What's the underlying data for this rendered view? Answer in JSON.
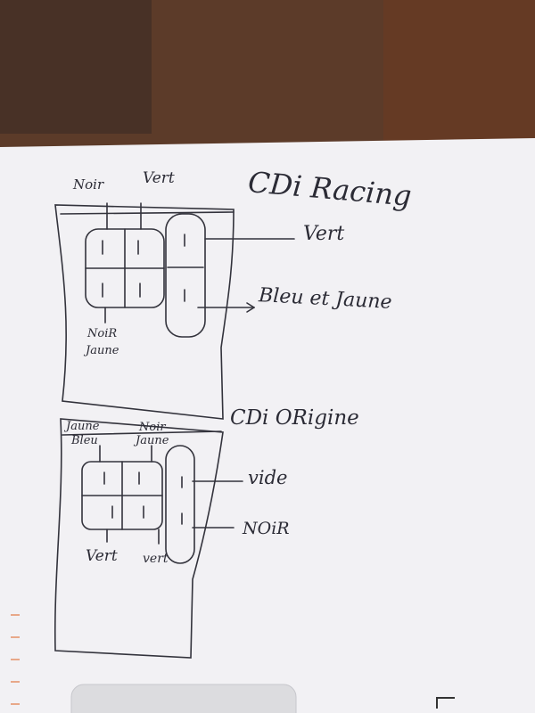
{
  "diagram": {
    "top": {
      "title": "CDi Racing",
      "labels": {
        "top_left": "Noir",
        "top_right": "Vert",
        "bottom_left_line1": "NoiR",
        "bottom_left_line2": "Jaune",
        "right_top": "Vert",
        "right_bottom": "Bleu et Jaune"
      }
    },
    "bottom": {
      "title": "CDi ORigine",
      "labels": {
        "top_left_line1": "Jaune",
        "top_left_line2": "Bleu",
        "top_right_line1": "Noir",
        "top_right_line2": "Jaune",
        "bottom_left": "Vert",
        "bottom_right": "vert",
        "right_top": "vide",
        "right_bottom": "NOiR"
      }
    }
  }
}
